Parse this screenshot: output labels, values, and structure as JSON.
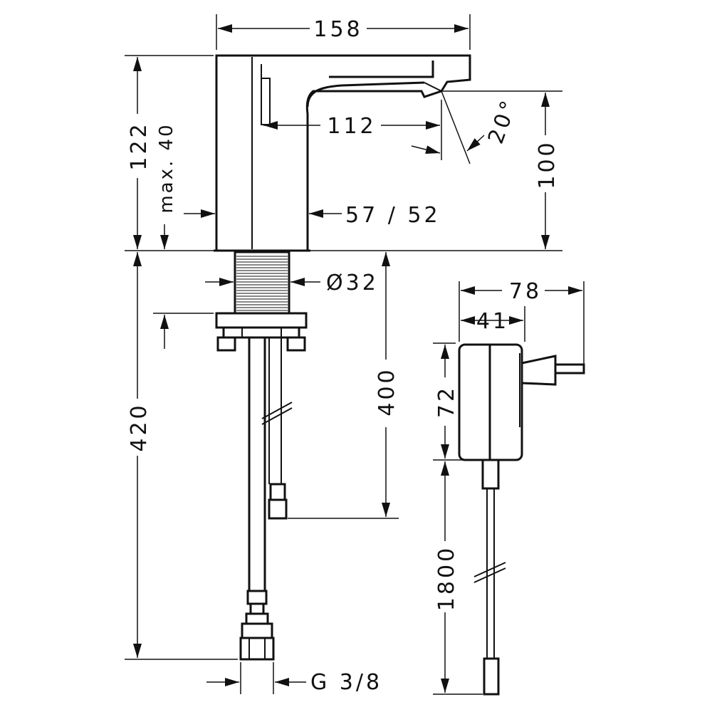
{
  "drawing": {
    "dimensions": {
      "spout_length": "158",
      "spout_reach": "112",
      "angle": "20°",
      "total_height": "122",
      "max_deck": "max. 40",
      "outlet_height": "100",
      "body_width": "57 / 52",
      "shank_diameter": "Ø32",
      "hose_length_400": "400",
      "hose_length_420": "420",
      "connection": "G 3/8",
      "psu_width": "78",
      "psu_depth": "41",
      "psu_height": "72",
      "cable_length": "1800"
    }
  }
}
